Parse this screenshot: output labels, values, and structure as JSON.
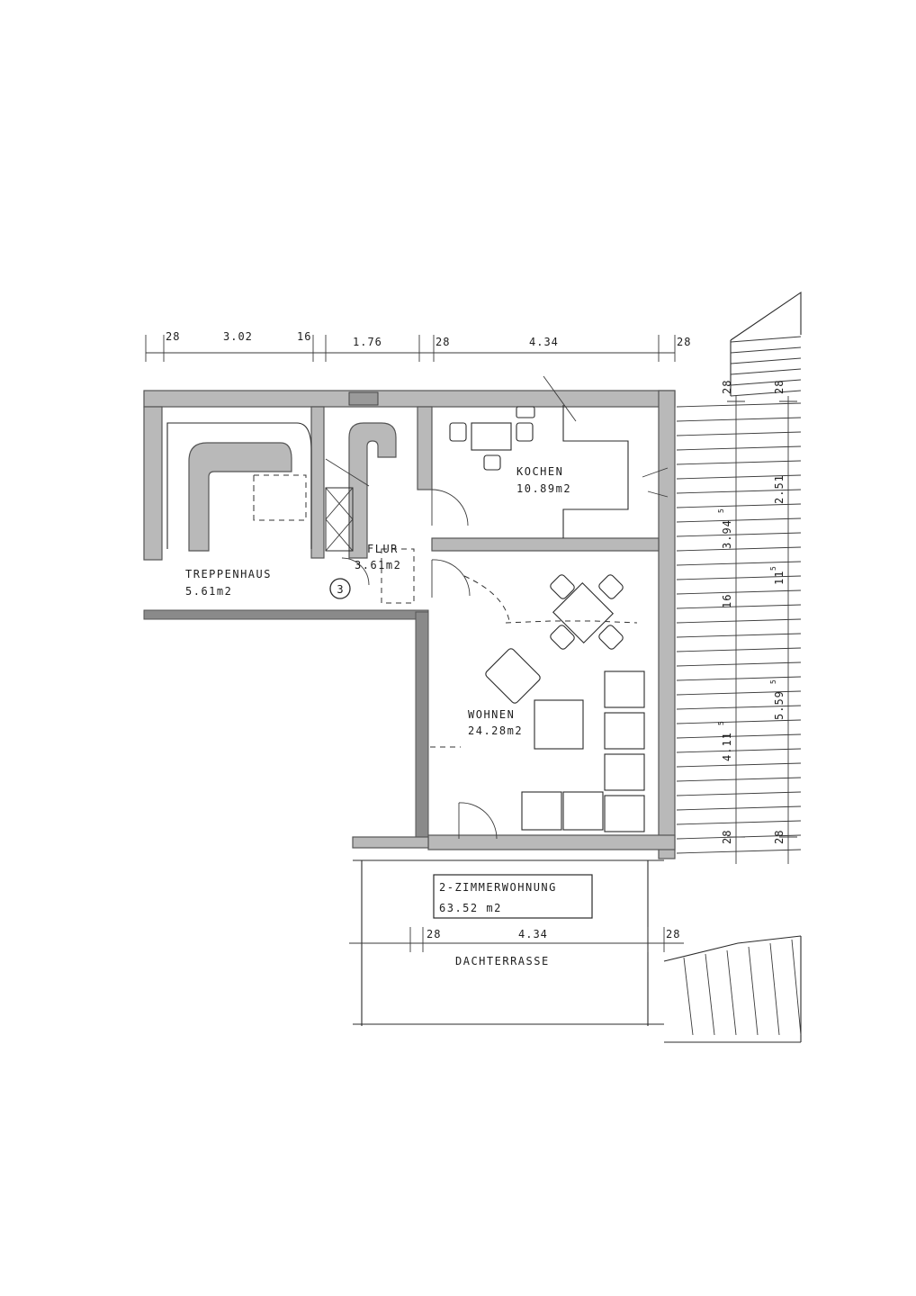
{
  "dimensions_top": {
    "d1": "28",
    "d2": "3.02",
    "d3": "16",
    "d4": "1.76",
    "d5": "28",
    "d6": "4.34",
    "d7": "28"
  },
  "dimensions_right_outer": {
    "d1": "28",
    "d2": "2.51",
    "d3": "11",
    "d3_sup": "5",
    "d4": "5.59",
    "d4_sup": "5",
    "d5": "28"
  },
  "dimensions_right_inner": {
    "d1": "28",
    "d2": "3.94",
    "d2_sup": "5",
    "d3": "16",
    "d4": "4.11",
    "d4_sup": "5",
    "d5": "28"
  },
  "dimensions_terrace": {
    "d1": "28",
    "d2": "4.34",
    "d3": "28"
  },
  "rooms": {
    "kochen": {
      "name": "KOCHEN",
      "area": "10.89m2"
    },
    "flur": {
      "name": "FLUR",
      "area": "3.61m2"
    },
    "treppenhaus": {
      "name": "TREPPENHAUS",
      "area": "5.61m2"
    },
    "wohnen": {
      "name": "WOHNEN",
      "area": "24.28m2"
    },
    "dachterrasse": {
      "name": "DACHTERRASSE"
    }
  },
  "summary_box": {
    "title": "2-ZIMMERWOHNUNG",
    "area": "63.52  m2"
  },
  "stair_marker": "3"
}
